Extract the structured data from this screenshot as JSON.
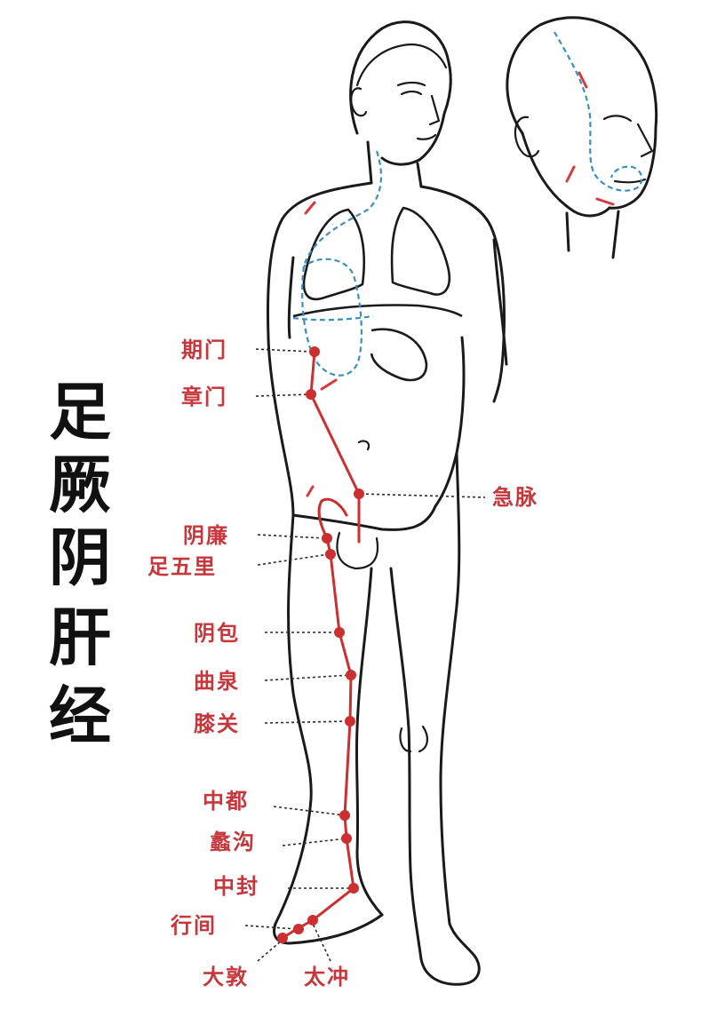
{
  "title_chars": [
    "足",
    "厥",
    "阴",
    "肝",
    "经"
  ],
  "colors": {
    "meridian": "#cc2f2f",
    "label": "#c6363b",
    "internal_path": "#3a8fc0",
    "outline": "#1a1a1a"
  },
  "acupoints": {
    "qimen": "期门",
    "zhangmen": "章门",
    "jimai": "急脉",
    "yinlian": "阴廉",
    "zuwuli": "足五里",
    "yinbao": "阴包",
    "ququan": "曲泉",
    "xiguan": "膝关",
    "zhongdu": "中都",
    "ligou": "蠡沟",
    "zhongfeng": "中封",
    "xingjian": "行间",
    "dadun": "大敦",
    "taichong": "太冲"
  }
}
